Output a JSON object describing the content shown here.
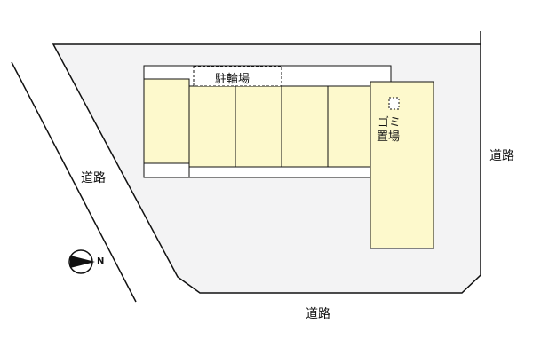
{
  "labels": {
    "road_left": "道路",
    "road_right": "道路",
    "road_bottom": "道路",
    "bicycle_parking": "駐輪場",
    "garbage_line1": "ゴミ",
    "garbage_line2": "置場",
    "north": "N"
  },
  "colors": {
    "lot": "#f3f3f4",
    "building": "#fdf9cc",
    "corridor": "#ffffff",
    "line": "#111111"
  }
}
